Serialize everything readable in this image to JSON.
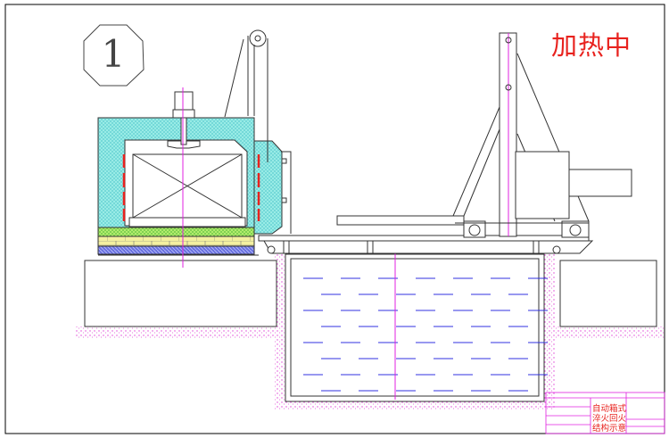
{
  "drawing": {
    "station_number": "1",
    "status_label": "加热中",
    "title_block": {
      "title_lines": [
        "自动箱式",
        "淬火回火",
        "结构示意"
      ]
    }
  },
  "colors": {
    "insulation": "#8ee8e0",
    "firebrick": "#a8e860",
    "brick": "#f0ec98",
    "foundation": "#5c64d8",
    "heater": "#e8221e",
    "centerline": "#e020e0",
    "water_line": "#3030e0",
    "status_text": "#e8221e"
  }
}
